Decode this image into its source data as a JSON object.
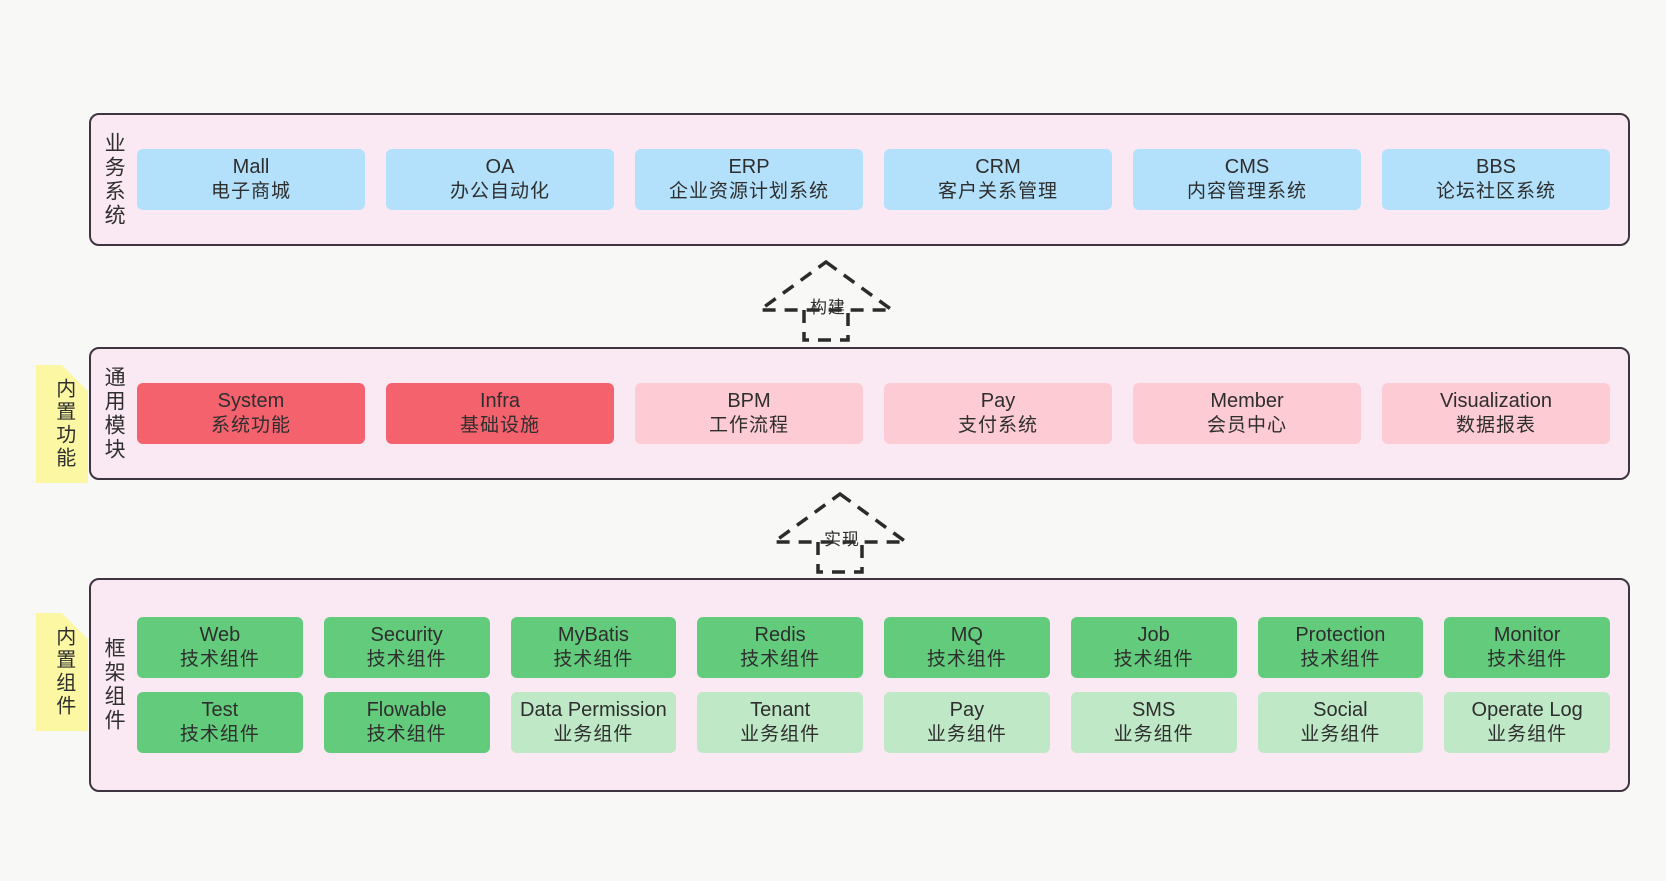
{
  "diagram": {
    "background_color": "#f8f8f7",
    "panel_fill": "#fae9f3",
    "panel_border": "#3d3540",
    "note_fill": "#fbf7a2"
  },
  "sections": [
    {
      "id": "business-systems",
      "title": "业务系统",
      "rows": [
        {
          "cards": [
            {
              "en": "Mall",
              "cn": "电子商城",
              "color": "#b3e0fb",
              "style": "c-blue"
            },
            {
              "en": "OA",
              "cn": "办公自动化",
              "color": "#b3e0fb",
              "style": "c-blue"
            },
            {
              "en": "ERP",
              "cn": "企业资源计划系统",
              "color": "#b3e0fb",
              "style": "c-blue"
            },
            {
              "en": "CRM",
              "cn": "客户关系管理",
              "color": "#b3e0fb",
              "style": "c-blue"
            },
            {
              "en": "CMS",
              "cn": "内容管理系统",
              "color": "#b3e0fb",
              "style": "c-blue"
            },
            {
              "en": "BBS",
              "cn": "论坛社区系统",
              "color": "#b3e0fb",
              "style": "c-blue"
            }
          ]
        }
      ]
    },
    {
      "id": "common-modules",
      "title": "通用模块",
      "note": "内置功能",
      "rows": [
        {
          "cards": [
            {
              "en": "System",
              "cn": "系统功能",
              "color": "#f4626e",
              "style": "c-red"
            },
            {
              "en": "Infra",
              "cn": "基础设施",
              "color": "#f4626e",
              "style": "c-red"
            },
            {
              "en": "BPM",
              "cn": "工作流程",
              "color": "#fccbd3",
              "style": "c-pink"
            },
            {
              "en": "Pay",
              "cn": "支付系统",
              "color": "#fccbd3",
              "style": "c-pink"
            },
            {
              "en": "Member",
              "cn": "会员中心",
              "color": "#fccbd3",
              "style": "c-pink"
            },
            {
              "en": "Visualization",
              "cn": "数据报表",
              "color": "#fccbd3",
              "style": "c-pink"
            }
          ]
        }
      ]
    },
    {
      "id": "framework-components",
      "title": "框架组件",
      "note": "内置组件",
      "rows": [
        {
          "cards": [
            {
              "en": "Web",
              "cn": "技术组件",
              "color": "#63cb7c",
              "style": "c-green"
            },
            {
              "en": "Security",
              "cn": "技术组件",
              "color": "#63cb7c",
              "style": "c-green"
            },
            {
              "en": "MyBatis",
              "cn": "技术组件",
              "color": "#63cb7c",
              "style": "c-green"
            },
            {
              "en": "Redis",
              "cn": "技术组件",
              "color": "#63cb7c",
              "style": "c-green"
            },
            {
              "en": "MQ",
              "cn": "技术组件",
              "color": "#63cb7c",
              "style": "c-green"
            },
            {
              "en": "Job",
              "cn": "技术组件",
              "color": "#63cb7c",
              "style": "c-green"
            },
            {
              "en": "Protection",
              "cn": "技术组件",
              "color": "#63cb7c",
              "style": "c-green"
            },
            {
              "en": "Monitor",
              "cn": "技术组件",
              "color": "#63cb7c",
              "style": "c-green"
            }
          ]
        },
        {
          "cards": [
            {
              "en": "Test",
              "cn": "技术组件",
              "color": "#63cb7c",
              "style": "c-green"
            },
            {
              "en": "Flowable",
              "cn": "技术组件",
              "color": "#63cb7c",
              "style": "c-green"
            },
            {
              "en": "Data Permission",
              "cn": "业务组件",
              "color": "#bfe8c6",
              "style": "c-lightgreen"
            },
            {
              "en": "Tenant",
              "cn": "业务组件",
              "color": "#bfe8c6",
              "style": "c-lightgreen"
            },
            {
              "en": "Pay",
              "cn": "业务组件",
              "color": "#bfe8c6",
              "style": "c-lightgreen"
            },
            {
              "en": "SMS",
              "cn": "业务组件",
              "color": "#bfe8c6",
              "style": "c-lightgreen"
            },
            {
              "en": "Social",
              "cn": "业务组件",
              "color": "#bfe8c6",
              "style": "c-lightgreen"
            },
            {
              "en": "Operate Log",
              "cn": "业务组件",
              "color": "#bfe8c6",
              "style": "c-lightgreen"
            }
          ]
        }
      ]
    }
  ],
  "connectors": [
    {
      "id": "build",
      "label": "构建"
    },
    {
      "id": "implement",
      "label": "实现"
    }
  ]
}
